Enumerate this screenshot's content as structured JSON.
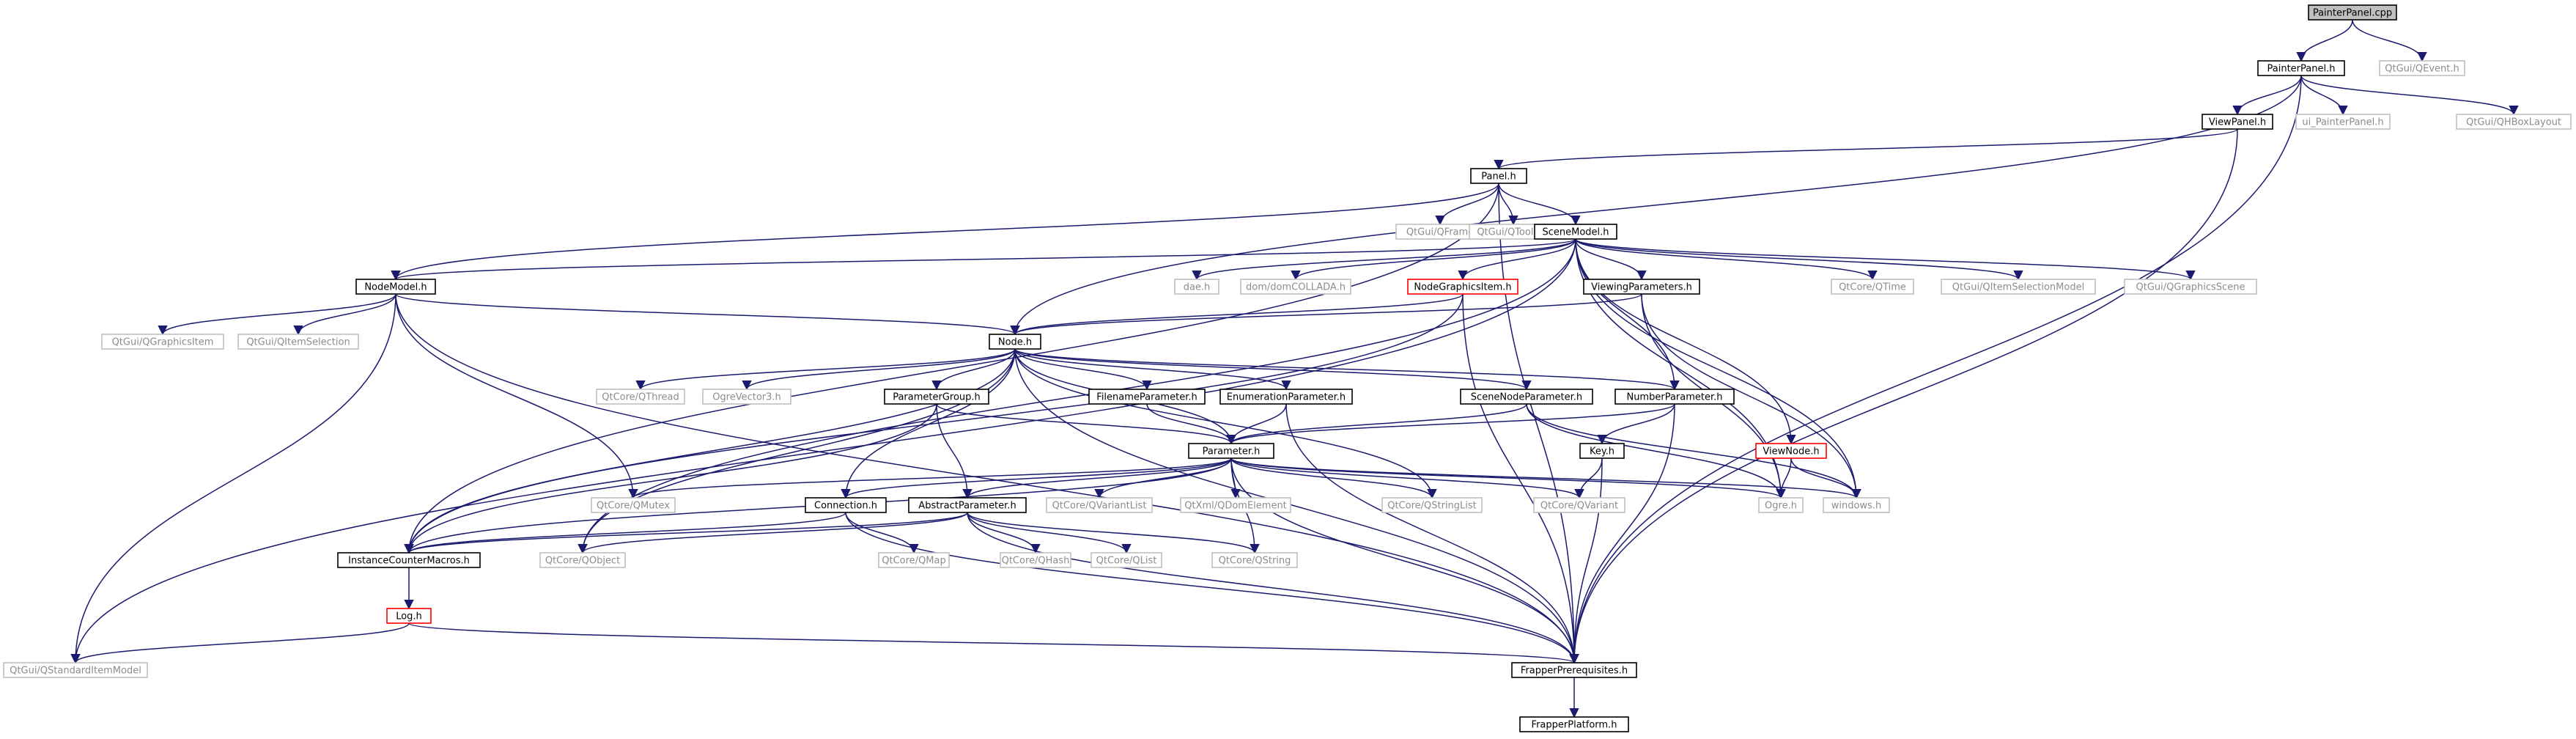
{
  "colors": {
    "normal_border": "#000000",
    "normal_text": "#000000",
    "external_border": "#bfbfbf",
    "external_text": "#8c8c8c",
    "incomplete_border": "#ff0000",
    "root_fill": "#bfbfbf",
    "edge": "#1a1a6e"
  },
  "nodes": [
    {
      "id": "PainterPanel_cpp",
      "label": "PainterPanel.cpp",
      "kind": "root"
    },
    {
      "id": "QEvent",
      "label": "QtGui/QEvent.h",
      "kind": "external"
    },
    {
      "id": "PainterPanel_h",
      "label": "PainterPanel.h",
      "kind": "normal"
    },
    {
      "id": "ViewPanel_h",
      "label": "ViewPanel.h",
      "kind": "normal"
    },
    {
      "id": "ui_PainterPanel_h",
      "label": "ui_PainterPanel.h",
      "kind": "external"
    },
    {
      "id": "QHBoxLayout",
      "label": "QtGui/QHBoxLayout",
      "kind": "external"
    },
    {
      "id": "Panel_h",
      "label": "Panel.h",
      "kind": "normal"
    },
    {
      "id": "QFrame",
      "label": "QtGui/QFrame",
      "kind": "external"
    },
    {
      "id": "QToolBar",
      "label": "QtGui/QToolBar",
      "kind": "external"
    },
    {
      "id": "SceneModel_h",
      "label": "SceneModel.h",
      "kind": "normal"
    },
    {
      "id": "NodeModel_h",
      "label": "NodeModel.h",
      "kind": "normal"
    },
    {
      "id": "dae_h",
      "label": "dae.h",
      "kind": "external"
    },
    {
      "id": "domCOLLADA_h",
      "label": "dom/domCOLLADA.h",
      "kind": "external"
    },
    {
      "id": "NodeGraphicsItem_h",
      "label": "NodeGraphicsItem.h",
      "kind": "incomplete"
    },
    {
      "id": "ViewingParameters_h",
      "label": "ViewingParameters.h",
      "kind": "normal"
    },
    {
      "id": "QTime",
      "label": "QtCore/QTime",
      "kind": "external"
    },
    {
      "id": "QItemSelectionModel",
      "label": "QtGui/QItemSelectionModel",
      "kind": "external"
    },
    {
      "id": "QGraphicsScene",
      "label": "QtGui/QGraphicsScene",
      "kind": "external"
    },
    {
      "id": "QGraphicsItem",
      "label": "QtGui/QGraphicsItem",
      "kind": "external"
    },
    {
      "id": "QItemSelection",
      "label": "QtGui/QItemSelection",
      "kind": "external"
    },
    {
      "id": "Node_h",
      "label": "Node.h",
      "kind": "normal"
    },
    {
      "id": "QThread",
      "label": "QtCore/QThread",
      "kind": "external"
    },
    {
      "id": "OgreVector3_h",
      "label": "OgreVector3.h",
      "kind": "external"
    },
    {
      "id": "ParameterGroup_h",
      "label": "ParameterGroup.h",
      "kind": "normal"
    },
    {
      "id": "FilenameParameter_h",
      "label": "FilenameParameter.h",
      "kind": "normal"
    },
    {
      "id": "EnumerationParameter_h",
      "label": "EnumerationParameter.h",
      "kind": "normal"
    },
    {
      "id": "SceneNodeParameter_h",
      "label": "SceneNodeParameter.h",
      "kind": "normal"
    },
    {
      "id": "NumberParameter_h",
      "label": "NumberParameter.h",
      "kind": "normal"
    },
    {
      "id": "Parameter_h",
      "label": "Parameter.h",
      "kind": "normal"
    },
    {
      "id": "Key_h",
      "label": "Key.h",
      "kind": "normal"
    },
    {
      "id": "ViewNode_h",
      "label": "ViewNode.h",
      "kind": "incomplete"
    },
    {
      "id": "QMutex",
      "label": "QtCore/QMutex",
      "kind": "external"
    },
    {
      "id": "Connection_h",
      "label": "Connection.h",
      "kind": "normal"
    },
    {
      "id": "AbstractParameter_h",
      "label": "AbstractParameter.h",
      "kind": "normal"
    },
    {
      "id": "QVariantList",
      "label": "QtCore/QVariantList",
      "kind": "external"
    },
    {
      "id": "QDomElement",
      "label": "QtXml/QDomElement",
      "kind": "external"
    },
    {
      "id": "QStringList",
      "label": "QtCore/QStringList",
      "kind": "external"
    },
    {
      "id": "QVariant",
      "label": "QtCore/QVariant",
      "kind": "external"
    },
    {
      "id": "Ogre_h",
      "label": "Ogre.h",
      "kind": "external"
    },
    {
      "id": "windows_h",
      "label": "windows.h",
      "kind": "external"
    },
    {
      "id": "InstanceCounterMacros_h",
      "label": "InstanceCounterMacros.h",
      "kind": "normal"
    },
    {
      "id": "QObject",
      "label": "QtCore/QObject",
      "kind": "external"
    },
    {
      "id": "QMap",
      "label": "QtCore/QMap",
      "kind": "external"
    },
    {
      "id": "QHash",
      "label": "QtCore/QHash",
      "kind": "external"
    },
    {
      "id": "QList",
      "label": "QtCore/QList",
      "kind": "external"
    },
    {
      "id": "QString",
      "label": "QtCore/QString",
      "kind": "external"
    },
    {
      "id": "Log_h",
      "label": "Log.h",
      "kind": "incomplete"
    },
    {
      "id": "QStandardItemModel",
      "label": "QtGui/QStandardItemModel",
      "kind": "external"
    },
    {
      "id": "FrapperPrerequisites_h",
      "label": "FrapperPrerequisites.h",
      "kind": "normal"
    },
    {
      "id": "FrapperPlatform_h",
      "label": "FrapperPlatform.h",
      "kind": "normal"
    }
  ],
  "edges": [
    [
      "PainterPanel_cpp",
      "PainterPanel_h"
    ],
    [
      "PainterPanel_cpp",
      "QEvent"
    ],
    [
      "PainterPanel_h",
      "ViewPanel_h"
    ],
    [
      "PainterPanel_h",
      "ui_PainterPanel_h"
    ],
    [
      "PainterPanel_h",
      "QHBoxLayout"
    ],
    [
      "PainterPanel_h",
      "Node_h"
    ],
    [
      "PainterPanel_h",
      "FrapperPrerequisites_h"
    ],
    [
      "ViewPanel_h",
      "Panel_h"
    ],
    [
      "ViewPanel_h",
      "FrapperPrerequisites_h"
    ],
    [
      "Panel_h",
      "QFrame"
    ],
    [
      "Panel_h",
      "QToolBar"
    ],
    [
      "Panel_h",
      "SceneModel_h"
    ],
    [
      "Panel_h",
      "NodeModel_h"
    ],
    [
      "Panel_h",
      "InstanceCounterMacros_h"
    ],
    [
      "Panel_h",
      "FrapperPrerequisites_h"
    ],
    [
      "SceneModel_h",
      "NodeModel_h"
    ],
    [
      "SceneModel_h",
      "dae_h"
    ],
    [
      "SceneModel_h",
      "domCOLLADA_h"
    ],
    [
      "SceneModel_h",
      "NodeGraphicsItem_h"
    ],
    [
      "SceneModel_h",
      "ViewingParameters_h"
    ],
    [
      "SceneModel_h",
      "QTime"
    ],
    [
      "SceneModel_h",
      "QItemSelectionModel"
    ],
    [
      "SceneModel_h",
      "QGraphicsScene"
    ],
    [
      "SceneModel_h",
      "NumberParameter_h"
    ],
    [
      "SceneModel_h",
      "ViewNode_h"
    ],
    [
      "SceneModel_h",
      "QObject"
    ],
    [
      "SceneModel_h",
      "QStandardItemModel"
    ],
    [
      "SceneModel_h",
      "Ogre_h"
    ],
    [
      "SceneModel_h",
      "windows_h"
    ],
    [
      "NodeModel_h",
      "QGraphicsItem"
    ],
    [
      "NodeModel_h",
      "QItemSelection"
    ],
    [
      "NodeModel_h",
      "Node_h"
    ],
    [
      "NodeModel_h",
      "QMutex"
    ],
    [
      "NodeModel_h",
      "QStandardItemModel"
    ],
    [
      "NodeModel_h",
      "FrapperPrerequisites_h"
    ],
    [
      "NodeGraphicsItem_h",
      "Node_h"
    ],
    [
      "NodeGraphicsItem_h",
      "InstanceCounterMacros_h"
    ],
    [
      "NodeGraphicsItem_h",
      "FrapperPrerequisites_h"
    ],
    [
      "ViewingParameters_h",
      "Node_h"
    ],
    [
      "ViewingParameters_h",
      "Ogre_h"
    ],
    [
      "ViewingParameters_h",
      "windows_h"
    ],
    [
      "Node_h",
      "QThread"
    ],
    [
      "Node_h",
      "OgreVector3_h"
    ],
    [
      "Node_h",
      "ParameterGroup_h"
    ],
    [
      "Node_h",
      "FilenameParameter_h"
    ],
    [
      "Node_h",
      "EnumerationParameter_h"
    ],
    [
      "Node_h",
      "SceneNodeParameter_h"
    ],
    [
      "Node_h",
      "NumberParameter_h"
    ],
    [
      "Node_h",
      "Parameter_h"
    ],
    [
      "Node_h",
      "Connection_h"
    ],
    [
      "Node_h",
      "QStringList"
    ],
    [
      "Node_h",
      "InstanceCounterMacros_h"
    ],
    [
      "Node_h",
      "QObject"
    ],
    [
      "Node_h",
      "FrapperPrerequisites_h"
    ],
    [
      "ParameterGroup_h",
      "Parameter_h"
    ],
    [
      "ParameterGroup_h",
      "AbstractParameter_h"
    ],
    [
      "ParameterGroup_h",
      "InstanceCounterMacros_h"
    ],
    [
      "FilenameParameter_h",
      "Parameter_h"
    ],
    [
      "EnumerationParameter_h",
      "Parameter_h"
    ],
    [
      "EnumerationParameter_h",
      "FrapperPrerequisites_h"
    ],
    [
      "SceneNodeParameter_h",
      "Parameter_h"
    ],
    [
      "SceneNodeParameter_h",
      "Ogre_h"
    ],
    [
      "SceneNodeParameter_h",
      "windows_h"
    ],
    [
      "NumberParameter_h",
      "Parameter_h"
    ],
    [
      "NumberParameter_h",
      "Key_h"
    ],
    [
      "NumberParameter_h",
      "FrapperPrerequisites_h"
    ],
    [
      "Parameter_h",
      "QMutex"
    ],
    [
      "Parameter_h",
      "Connection_h"
    ],
    [
      "Parameter_h",
      "AbstractParameter_h"
    ],
    [
      "Parameter_h",
      "QVariantList"
    ],
    [
      "Parameter_h",
      "QDomElement"
    ],
    [
      "Parameter_h",
      "QStringList"
    ],
    [
      "Parameter_h",
      "QVariant"
    ],
    [
      "Parameter_h",
      "Ogre_h"
    ],
    [
      "Parameter_h",
      "windows_h"
    ],
    [
      "Parameter_h",
      "QString"
    ],
    [
      "Parameter_h",
      "InstanceCounterMacros_h"
    ],
    [
      "Parameter_h",
      "FrapperPrerequisites_h"
    ],
    [
      "Key_h",
      "QVariant"
    ],
    [
      "Key_h",
      "FrapperPrerequisites_h"
    ],
    [
      "ViewNode_h",
      "Ogre_h"
    ],
    [
      "ViewNode_h",
      "windows_h"
    ],
    [
      "Connection_h",
      "QMap"
    ],
    [
      "Connection_h",
      "InstanceCounterMacros_h"
    ],
    [
      "Connection_h",
      "FrapperPrerequisites_h"
    ],
    [
      "AbstractParameter_h",
      "QHash"
    ],
    [
      "AbstractParameter_h",
      "QList"
    ],
    [
      "AbstractParameter_h",
      "QString"
    ],
    [
      "AbstractParameter_h",
      "QObject"
    ],
    [
      "AbstractParameter_h",
      "InstanceCounterMacros_h"
    ],
    [
      "AbstractParameter_h",
      "FrapperPrerequisites_h"
    ],
    [
      "InstanceCounterMacros_h",
      "Log_h"
    ],
    [
      "Log_h",
      "QStandardItemModel"
    ],
    [
      "Log_h",
      "FrapperPrerequisites_h"
    ],
    [
      "FrapperPrerequisites_h",
      "FrapperPlatform_h"
    ]
  ]
}
